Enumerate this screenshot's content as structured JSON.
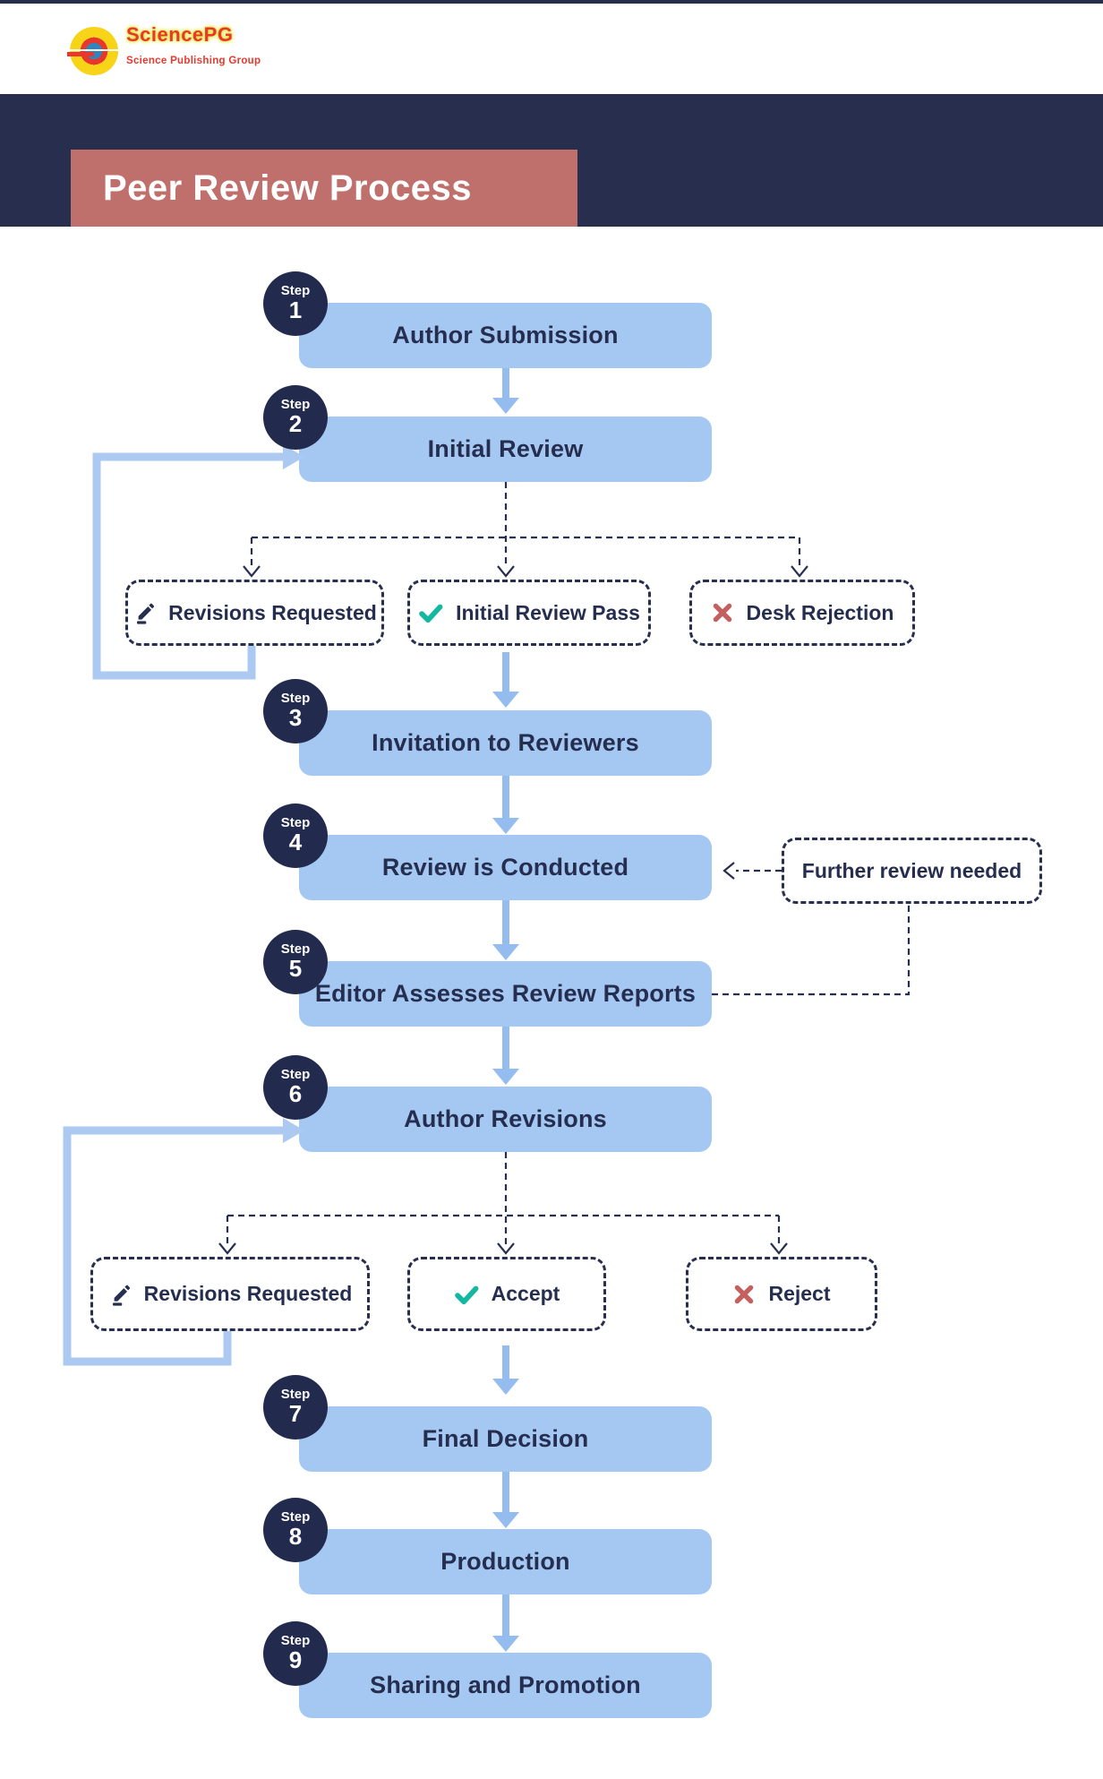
{
  "header": {
    "brand": "SciencePG",
    "tagline": "Science Publishing Group"
  },
  "title": "Peer Review Process",
  "steps": [
    {
      "prefix": "Step",
      "num": "1",
      "label": "Author Submission"
    },
    {
      "prefix": "Step",
      "num": "2",
      "label": "Initial Review"
    },
    {
      "prefix": "Step",
      "num": "3",
      "label": "Invitation to Reviewers"
    },
    {
      "prefix": "Step",
      "num": "4",
      "label": "Review is Conducted"
    },
    {
      "prefix": "Step",
      "num": "5",
      "label": "Editor Assesses Review Reports"
    },
    {
      "prefix": "Step",
      "num": "6",
      "label": "Author Revisions"
    },
    {
      "prefix": "Step",
      "num": "7",
      "label": "Final Decision"
    },
    {
      "prefix": "Step",
      "num": "8",
      "label": "Production"
    },
    {
      "prefix": "Step",
      "num": "9",
      "label": "Sharing and Promotion"
    }
  ],
  "branches": {
    "initial_review": [
      {
        "icon": "pencil-icon",
        "label": "Revisions Requested"
      },
      {
        "icon": "check-icon",
        "label": "Initial Review Pass"
      },
      {
        "icon": "x-icon",
        "label": "Desk Rejection"
      }
    ],
    "author_revisions": [
      {
        "icon": "pencil-icon",
        "label": "Revisions Requested"
      },
      {
        "icon": "check-icon",
        "label": "Accept"
      },
      {
        "icon": "x-icon",
        "label": "Reject"
      }
    ]
  },
  "annotations": {
    "further_review": "Further review needed"
  },
  "colors": {
    "navy_band": "#272e4e",
    "title_bg": "#c0706c",
    "box_blue": "#a5c8f2",
    "arrow_blue": "#94bcee",
    "loop_blue": "#abc9f1",
    "ink_navy": "#262e50",
    "check_teal": "#14b8a0",
    "reject_rose": "#c46060",
    "logo_red": "#e8372c",
    "logo_yellow": "#f7d417",
    "logo_blue": "#2e86c1"
  }
}
